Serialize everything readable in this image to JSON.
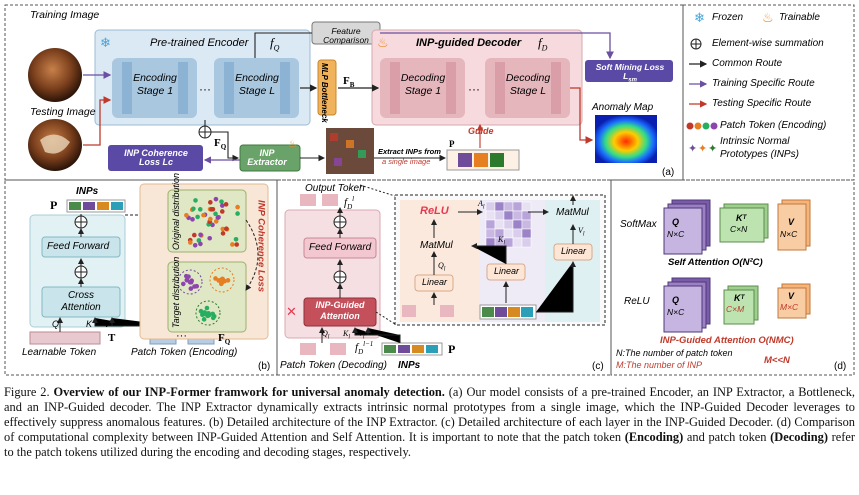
{
  "panel_a": {
    "training_image": "Training Image",
    "testing_image": "Testing Image",
    "pretrained_encoder": "Pre-trained Encoder",
    "encoder_symbol": "f",
    "encoder_sub": "Q",
    "feature_comparison": "Feature Comparison",
    "inp_guided_decoder": "INP-guided Decoder",
    "decoder_symbol": "f",
    "decoder_sub": "D",
    "enc_stage1": "Encoding Stage 1",
    "enc_stageL": "Encoding Stage L",
    "dots": "···",
    "mlp_bottleneck": "MLP Bottleneck",
    "fb": "F",
    "fb_sub": "B",
    "dec_stage1": "Decoding Stage 1",
    "dec_stageL": "Decoding Stage L",
    "soft_mining": "Soft Mining Loss L",
    "soft_mining_sub": "sm",
    "anomaly_map": "Anomaly Map",
    "guide": "Guide",
    "fq": "F",
    "fq_sub": "Q",
    "inp_extractor": "INP Extractor",
    "inp_coherence": "INP Coherence Loss Lc",
    "extract_text_1": "Extract INPs from",
    "extract_text_2": "a single image",
    "p_label": "P",
    "label": "(a)"
  },
  "legend": {
    "frozen": "Frozen",
    "trainable": "Trainable",
    "elementwise": "Element-wise summation",
    "common_route": "Common Route",
    "training_route": "Training Specific Route",
    "testing_route": "Testing Specific Route",
    "patch_token": "Patch Token (Encoding)",
    "inp_1": "Intrinsic Normal",
    "inp_2": "Prototypes (INPs)"
  },
  "panel_b": {
    "inps": "INPs",
    "p": "P",
    "feed_forward": "Feed Forward",
    "cross_attention": "Cross Attention",
    "q": "Q",
    "k": "K",
    "v": "V",
    "original_distribution": "Original distribution",
    "target_distribution": "Target distribution",
    "coherence_loss": "INP Coherence Loss",
    "learnable_token": "Learnable Token",
    "t": "T",
    "patch_token": "Patch Token (Encoding)",
    "fq": "F",
    "fq_sub": "Q",
    "label": "(b)"
  },
  "panel_c": {
    "output_token": "Output Token",
    "fd": "f",
    "fd_sub": "D",
    "fd_sup": "l",
    "feed_forward": "Feed Forward",
    "inp_guided_attention": "INP-Guided Attention",
    "relu": "ReLU",
    "matmul1": "MatMul",
    "matmul2": "MatMul",
    "linear1": "Linear",
    "linear2": "Linear",
    "linear3": "Linear",
    "al": "A",
    "ql": "Q",
    "kl": "K",
    "vl": "V",
    "l": "l",
    "patch_token": "Patch Token (Decoding)",
    "fd_prev": "f",
    "fd_prev_sup": "l−1",
    "inps": "INPs",
    "p": "P",
    "label": "(c)"
  },
  "panel_d": {
    "softmax": "SoftMax",
    "relu": "ReLU",
    "q_dim": "N×C",
    "kt_dim": "C×N",
    "v_dim": "N×C",
    "kt2_dim": "C×M",
    "v2_dim": "M×C",
    "self_attention": "Self Attention O(N²C)",
    "inp_guided": "INP-Guided Attention O(NMC)",
    "n_def": "N:The number of patch token",
    "m_def": "M:The number of INP",
    "m_ll_n": "M<<N",
    "label": "(d)"
  },
  "caption": {
    "prefix": "Figure 2.",
    "title": "Overview of our INP-Former framwork for universal anomaly detection.",
    "body_1": " (a) Our model consists of a pre-trained Encoder, an INP Extractor, a Bottleneck, and an INP-Guided decoder. The INP Extractor dynamically extracts intrinsic normal prototypes from a single image, which the INP-Guided Decoder leverages to effectively suppress anomalous features. (b) Detailed architecture of the INP Extractor. (c) Detailed architecture of each layer in the INP-Guided Decoder. (d) Comparison of computational complexity between INP-Guided Attention and Self Attention. It is important to note that the patch token ",
    "enc": "(Encoding)",
    "body_2": " and patch token ",
    "dec": "(Decoding)",
    "body_3": " refer to the patch tokens utilized during the encoding and decoding stages, respectively."
  }
}
